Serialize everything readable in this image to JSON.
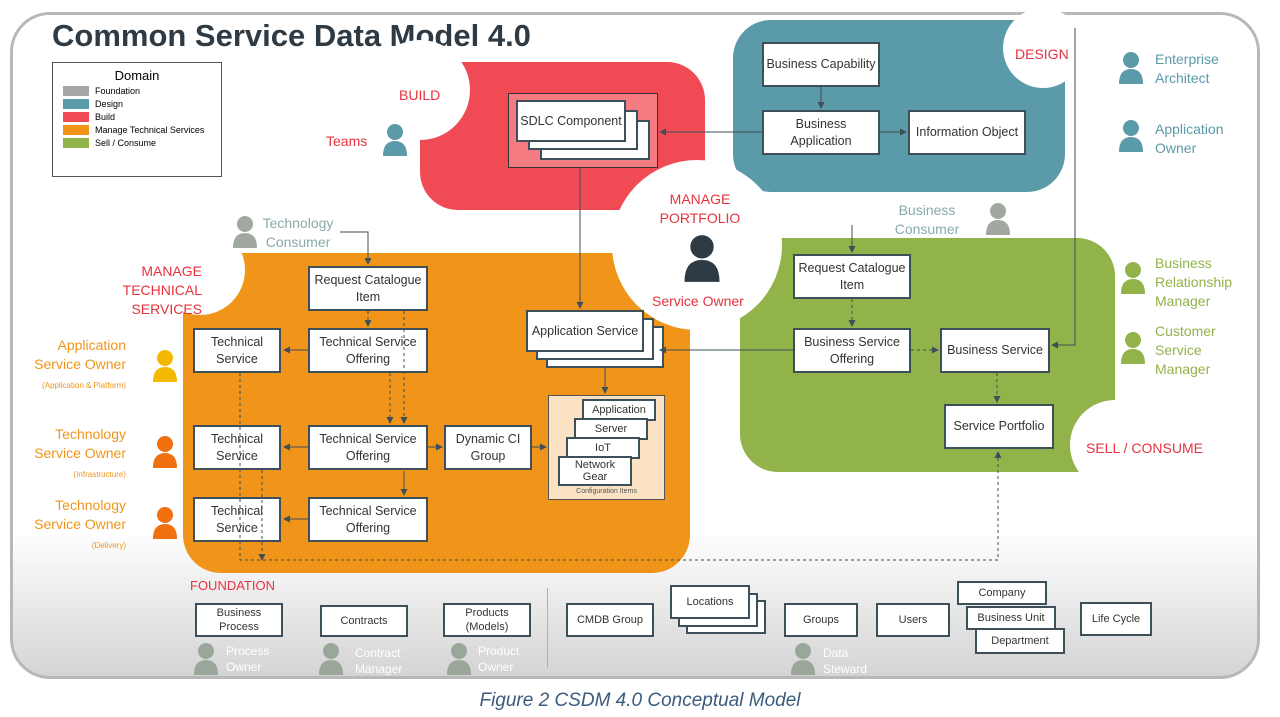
{
  "title": "Common Service Data Model 4.0",
  "caption": "Figure 2 CSDM 4.0 Conceptual Model",
  "legend": {
    "title": "Domain",
    "items": [
      {
        "label": "Foundation",
        "color": "#a6a6a6"
      },
      {
        "label": "Design",
        "color": "#5b9aa8"
      },
      {
        "label": "Build",
        "color": "#f04b55"
      },
      {
        "label": "Manage Technical Services",
        "color": "#f0951a"
      },
      {
        "label": "Sell / Consume",
        "color": "#92b34a"
      }
    ]
  },
  "domains": {
    "build": "BUILD",
    "design": "DESIGN",
    "manage_technical": "MANAGE\nTECHNICAL SERVICES",
    "manage_portfolio": "MANAGE\nPORTFOLIO",
    "sell_consume": "SELL / CONSUME",
    "foundation": "FOUNDATION"
  },
  "boxes": {
    "business_capability": "Business Capability",
    "business_application": "Business Application",
    "information_object": "Information Object",
    "sdlc_component": "SDLC Component",
    "request_catalogue_item_tech": "Request Catalogue Item",
    "technical_service_1": "Technical Service",
    "tso_1": "Technical Service Offering",
    "application_service": "Application Service",
    "technical_service_2": "Technical Service",
    "tso_2": "Technical Service Offering",
    "dynamic_ci_group": "Dynamic CI Group",
    "technical_service_3": "Technical Service",
    "tso_3": "Technical Service Offering",
    "ci_application": "Application",
    "ci_server": "Server",
    "ci_iot": "IoT",
    "ci_network_gear": "Network Gear",
    "ci_caption": "Configuration Items",
    "request_catalogue_item_biz": "Request Catalogue Item",
    "business_service_offering": "Business Service Offering",
    "business_service": "Business Service",
    "service_portfolio": "Service Portfolio"
  },
  "foundation": {
    "business_process": "Business Process",
    "contracts": "Contracts",
    "products": "Products (Models)",
    "cmdb_group": "CMDB Group",
    "locations": "Locations",
    "groups": "Groups",
    "users": "Users",
    "company": "Company",
    "business_unit": "Business Unit",
    "department": "Department",
    "life_cycle": "Life Cycle"
  },
  "roles": {
    "teams": "Teams",
    "enterprise_architect": "Enterprise Architect",
    "application_owner": "Application Owner",
    "technology_consumer": "Technology Consumer",
    "business_consumer": "Business Consumer",
    "service_owner": "Service Owner",
    "business_relationship_manager": "Business Relationship Manager",
    "customer_service_manager": "Customer Service Manager",
    "app_service_owner": "Application Service Owner",
    "app_service_owner_sub": "(Application & Platform)",
    "tech_service_owner_infra": "Technology Service Owner",
    "tech_service_owner_infra_sub": "(Infrastructure)",
    "tech_service_owner_delivery": "Technology Service Owner",
    "tech_service_owner_delivery_sub": "(Delivery)",
    "process_owner": "Process Owner",
    "contract_manager": "Contract Manager",
    "product_owner": "Product Owner",
    "data_steward": "Data Steward"
  }
}
